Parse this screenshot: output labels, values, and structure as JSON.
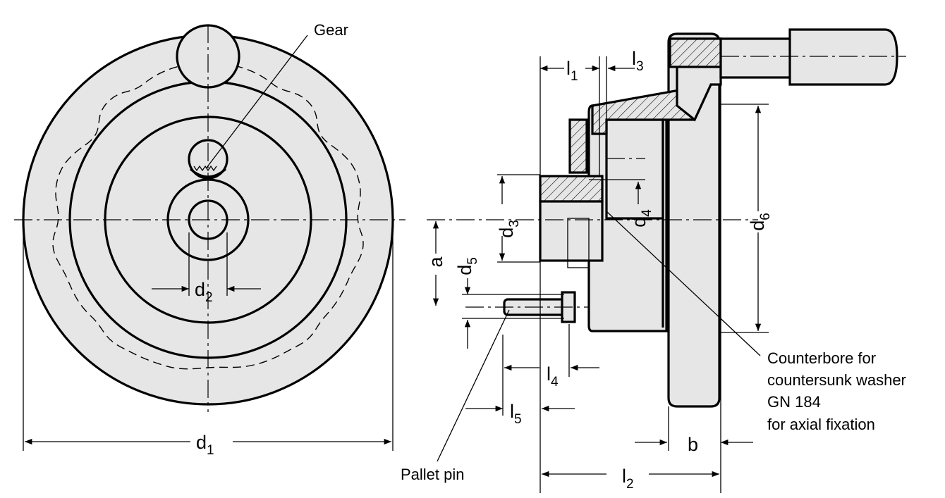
{
  "labels": {
    "gear": "Gear",
    "d1": "d",
    "d1_sub": "1",
    "d2": "d",
    "d2_sub": "2",
    "d3": "d",
    "d3_sub": "3",
    "d4": "d",
    "d4_sub": "4",
    "d5": "d",
    "d5_sub": "5",
    "d6": "d",
    "d6_sub": "6",
    "l1": "l",
    "l1_sub": "1",
    "l2": "l",
    "l2_sub": "2",
    "l3": "l",
    "l3_sub": "3",
    "l4": "l",
    "l4_sub": "4",
    "l5": "l",
    "l5_sub": "5",
    "a": "a",
    "b": "b",
    "pallet_pin": "Pallet pin",
    "counterbore_line1": "Counterbore for",
    "counterbore_line2": "countersunk washer",
    "counterbore_line3": "GN 184",
    "counterbore_line4": "for axial fixation"
  }
}
